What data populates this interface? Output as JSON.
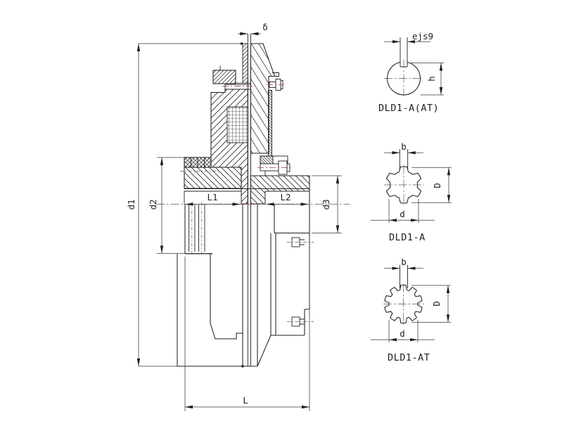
{
  "drawing": {
    "background": "#ffffff",
    "line_color": "#1f1f1f",
    "accent_color": "#a23b47",
    "main_view": {
      "dimension_labels": {
        "air_gap": "δ",
        "outer_diameter": "d1",
        "hub_diameter": "d2",
        "pilot_diameter": "d3",
        "left_hub_length": "L1",
        "right_hub_length": "L2",
        "total_length": "L"
      }
    },
    "section_views": [
      {
        "id": "dld1-a-at-key",
        "caption": "DLD1-A(AT)",
        "top_dim": "ejs9",
        "right_dim": "h",
        "shape": "keyed-shaft",
        "teeth": 0
      },
      {
        "id": "dld1-a",
        "caption": "DLD1-A",
        "top_dim": "b",
        "right_dim": "D",
        "bottom_dim": "d",
        "shape": "spline",
        "teeth": 6
      },
      {
        "id": "dld1-at",
        "caption": "DLD1-AT",
        "top_dim": "b",
        "right_dim": "D",
        "bottom_dim": "d",
        "shape": "spline",
        "teeth": 10
      }
    ]
  }
}
